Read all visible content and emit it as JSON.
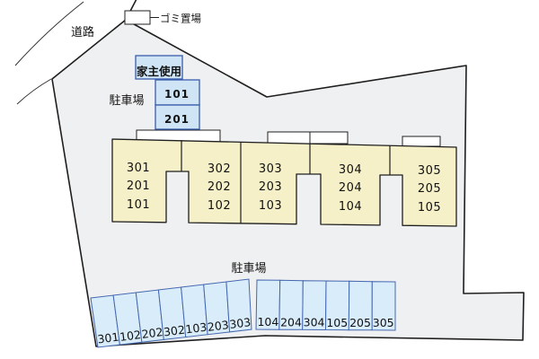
{
  "plan": {
    "road_label": "道路",
    "garbage_label": "ゴミ置場",
    "owner_box_label": "家主使用",
    "parking_label_top": "駐車場",
    "parking_label_bottom": "駐車場",
    "owner_units": [
      "101",
      "201"
    ],
    "building_units": [
      {
        "rooms": [
          "301",
          "201",
          "101"
        ]
      },
      {
        "rooms": [
          "302",
          "202",
          "102"
        ]
      },
      {
        "rooms": [
          "303",
          "203",
          "103"
        ]
      },
      {
        "rooms": [
          "304",
          "204",
          "104"
        ]
      },
      {
        "rooms": [
          "305",
          "205",
          "105"
        ]
      }
    ],
    "parking_left": [
      "301",
      "102",
      "202",
      "302",
      "103",
      "203",
      "303"
    ],
    "parking_right": [
      "104",
      "204",
      "304",
      "105",
      "205",
      "305"
    ]
  },
  "colors": {
    "site_fill": "#eff0f1",
    "building_fill": "#f6f0c8",
    "unit_box_fill": "#cfe4f5",
    "unit_box_stroke": "#3b5cac",
    "parking_fill": "#d9ecfa",
    "parking_stroke": "#4467b0",
    "line": "#1f1f1f"
  }
}
